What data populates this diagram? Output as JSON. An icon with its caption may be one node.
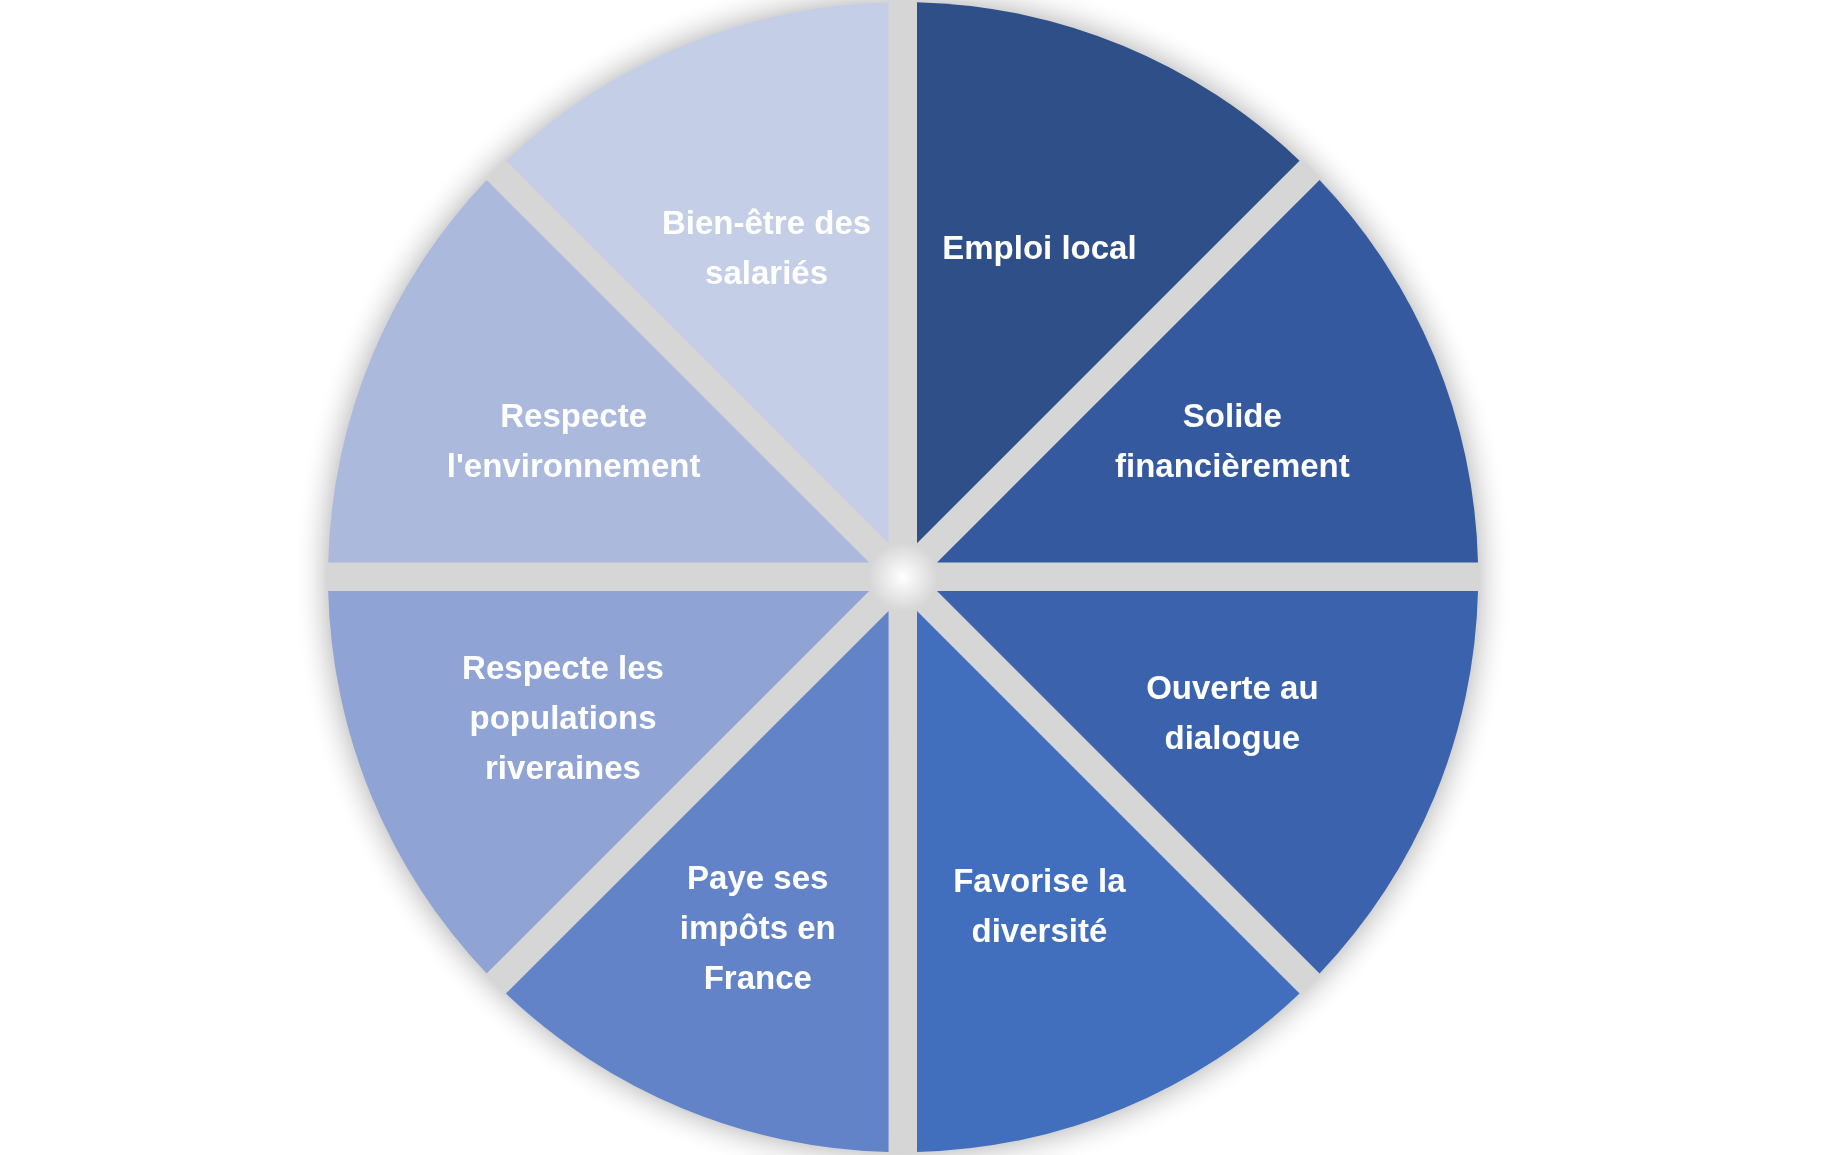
{
  "diagram": {
    "nodes": [
      {
        "text": [
          "Emploi local"
        ]
      },
      {
        "text": [
          "Solide financièrement"
        ]
      },
      {
        "text": [
          "Ouverte au dialogue"
        ]
      },
      {
        "text": [
          "Favorise la diversité"
        ]
      },
      {
        "text": [
          "Paye ses impôts en France"
        ]
      },
      {
        "text": [
          "Respecte les populations riveraines"
        ]
      },
      {
        "text": [
          "Respecte l'environnement"
        ]
      },
      {
        "text": [
          "Bien-être des salariés"
        ]
      }
    ]
  }
}
